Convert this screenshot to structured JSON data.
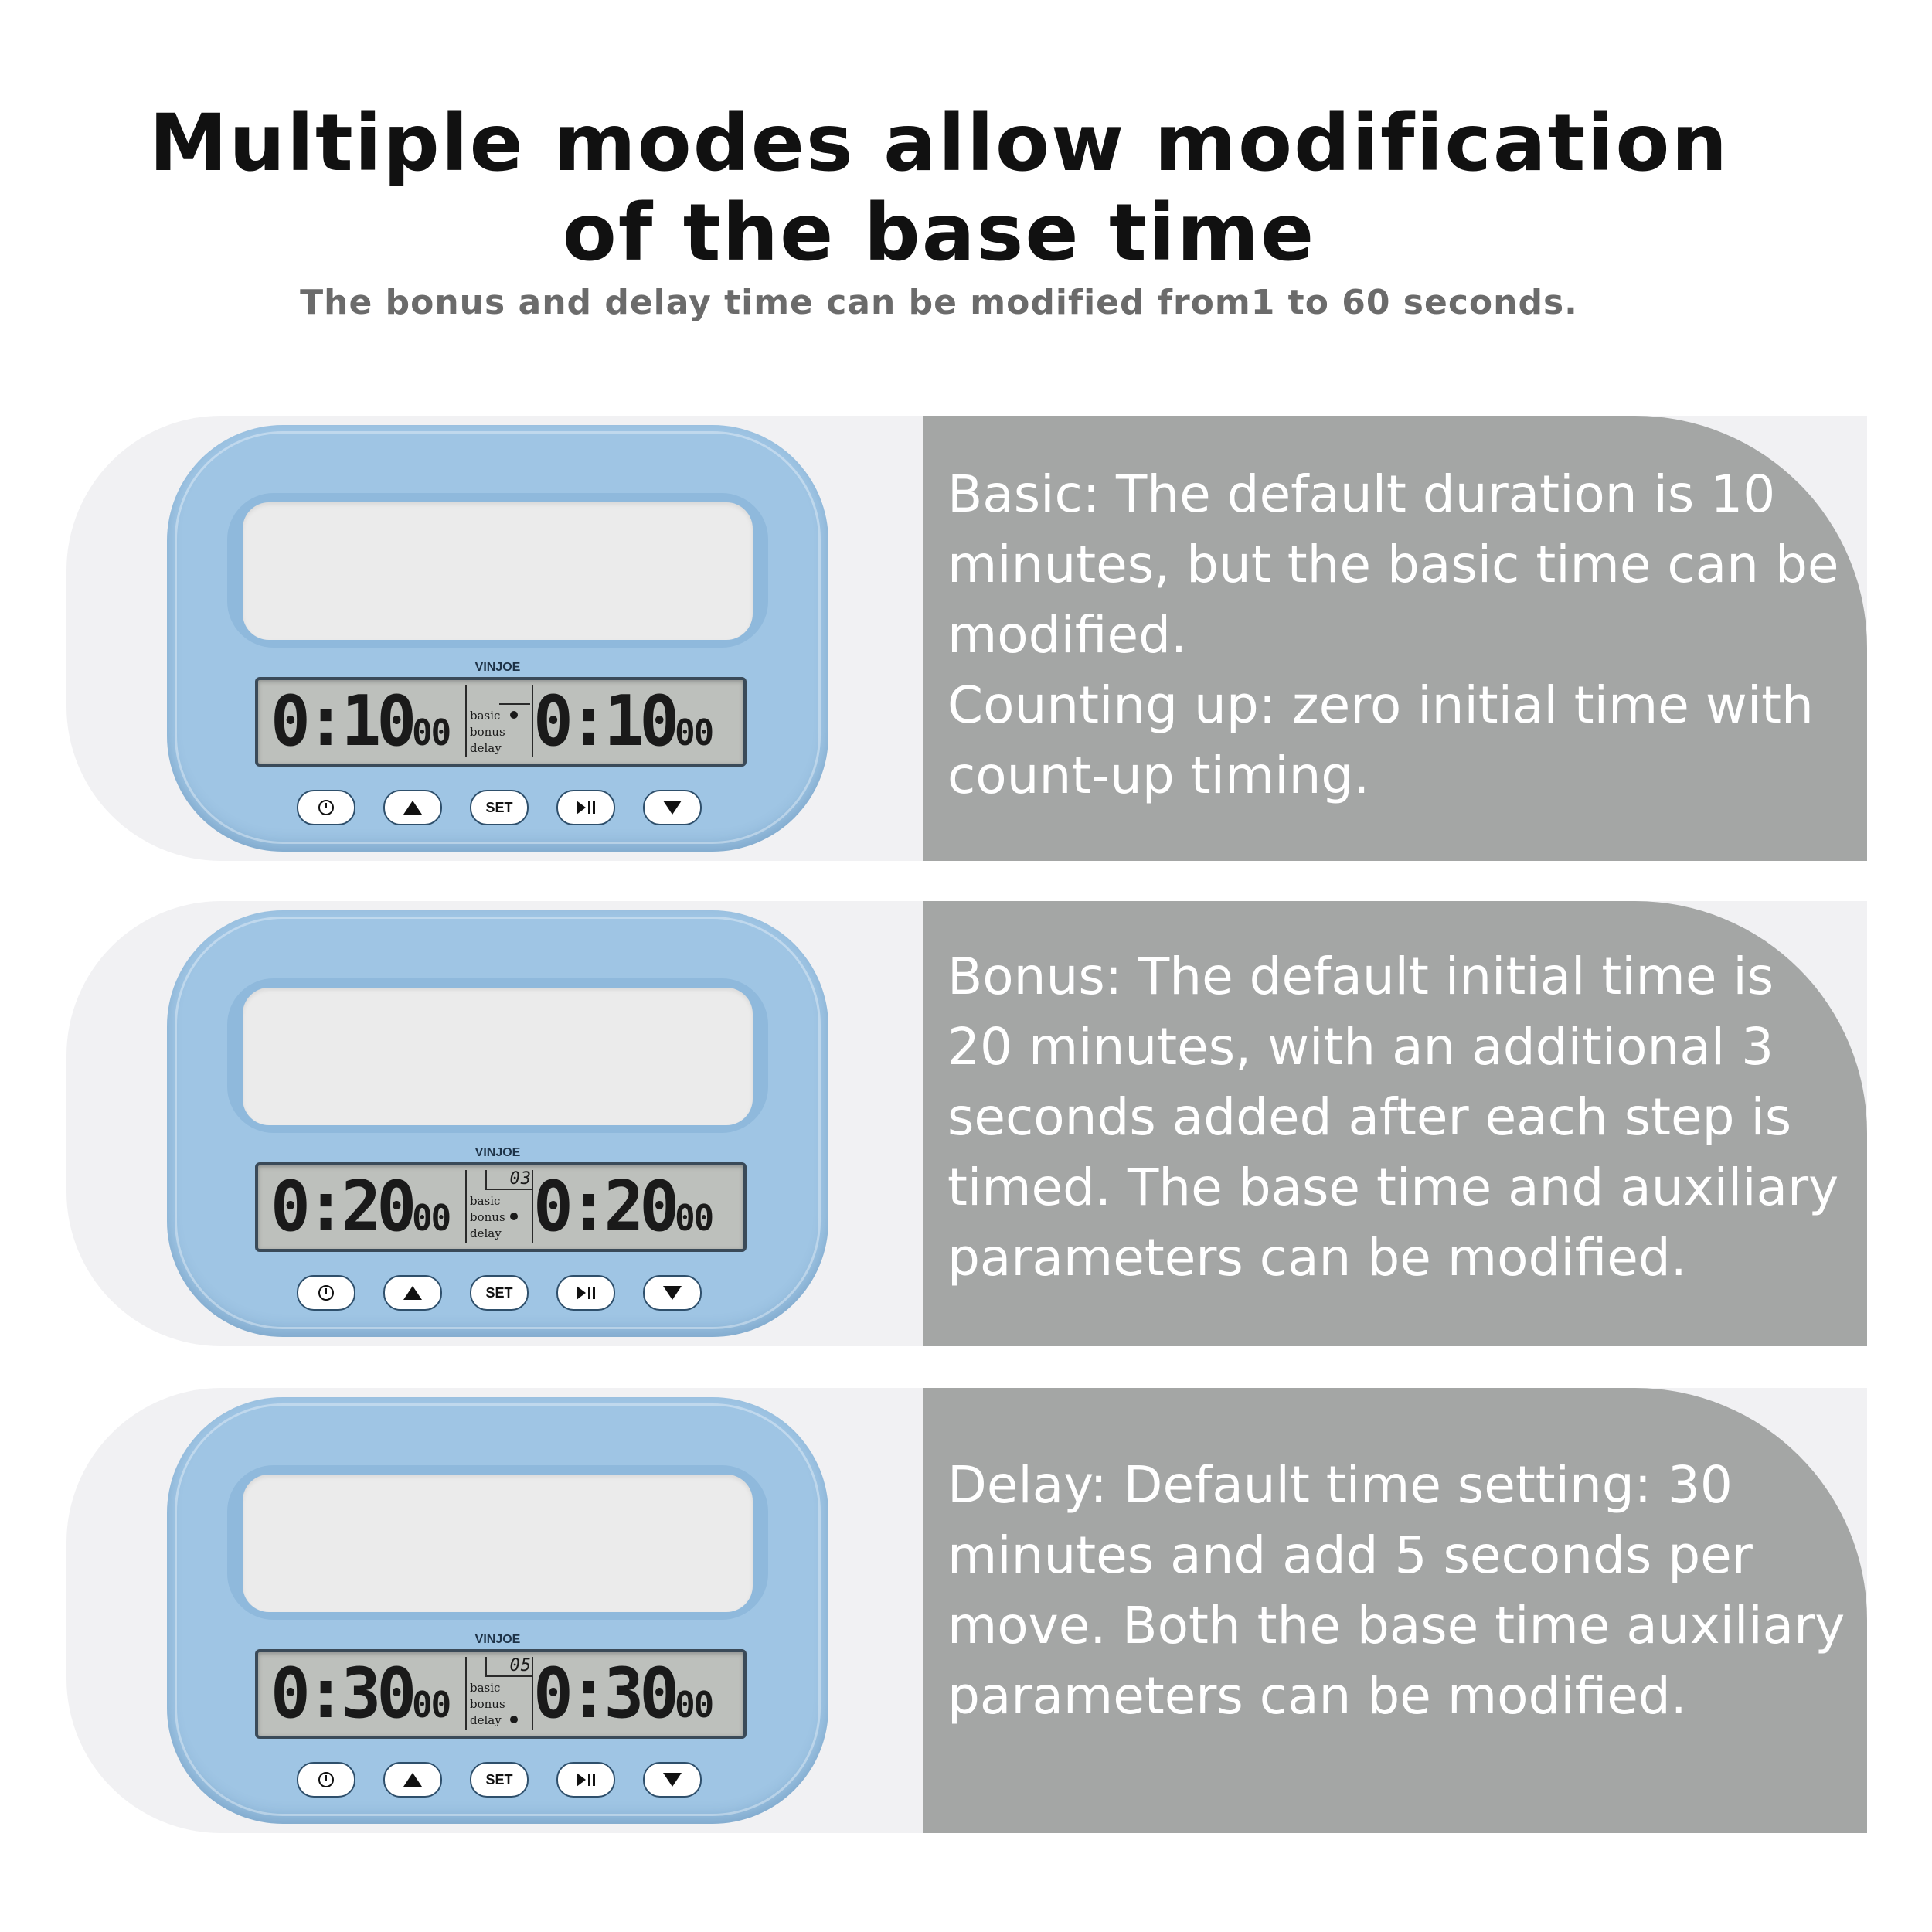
{
  "heading": {
    "line1": "Multiple modes allow modification",
    "line2": "of the base time",
    "subtitle": "The bonus and delay time can be modified from1 to 60 seconds."
  },
  "clock": {
    "brand": "VINJOE",
    "mode_labels": [
      "basic",
      "bonus",
      "delay"
    ],
    "buttons": {
      "set_label": "SET"
    },
    "icons": [
      "clock-icon",
      "up-arrow-icon",
      "play-pause-icon",
      "down-arrow-icon"
    ],
    "colors": {
      "body": "#9fc5e4",
      "lcd": "#bdc0bc",
      "panel": "#a4a6a5"
    }
  },
  "panels": [
    {
      "display_main": "0:10",
      "display_seconds": "00",
      "aux_value": "",
      "active_mode": "basic",
      "text": "Basic: The default duration is 10\nminutes, but the basic time can be\nmodified.\nCounting up: zero initial time with\ncount-up timing."
    },
    {
      "display_main": "0:20",
      "display_seconds": "00",
      "aux_value": "03",
      "active_mode": "bonus",
      "text": "Bonus: The default initial time is\n20 minutes, with an additional 3\nseconds added after each step is\ntimed. The base time and auxiliary\nparameters can be modified."
    },
    {
      "display_main": "0:30",
      "display_seconds": "00",
      "aux_value": "05",
      "active_mode": "delay",
      "text": "Delay: Default time setting: 30\nminutes and add 5 seconds per\nmove. Both the base time auxiliary\nparameters can be modified."
    }
  ]
}
